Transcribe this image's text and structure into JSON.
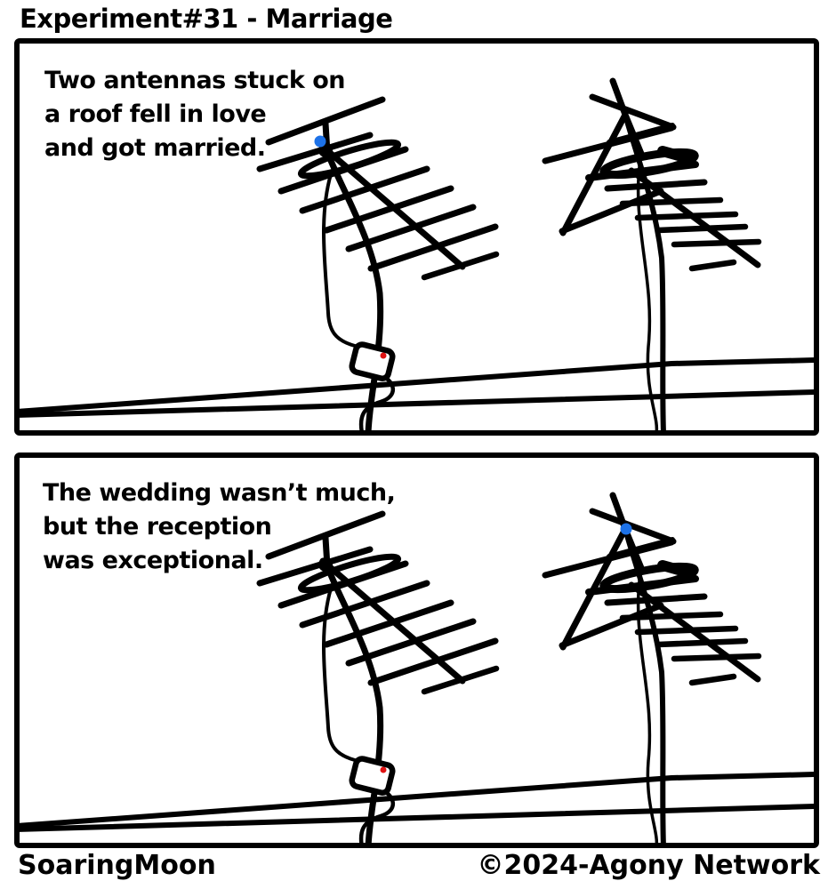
{
  "comic": {
    "title": "Experiment#31 - Marriage",
    "panels": [
      {
        "caption_lines": [
          "Two antennas stuck on",
          "a roof fell in love",
          "and got married."
        ]
      },
      {
        "caption_lines": [
          "The wedding wasn’t much,",
          "but the reception",
          "was exceptional."
        ]
      }
    ],
    "footer": {
      "artist_signature": "SoaringMoon",
      "copyright": "©2024-Agony Network"
    },
    "colors": {
      "ink": "#000000",
      "background": "#ffffff",
      "signal_dot_blue": "#1d72e8",
      "power_dot_red": "#e01212"
    }
  }
}
